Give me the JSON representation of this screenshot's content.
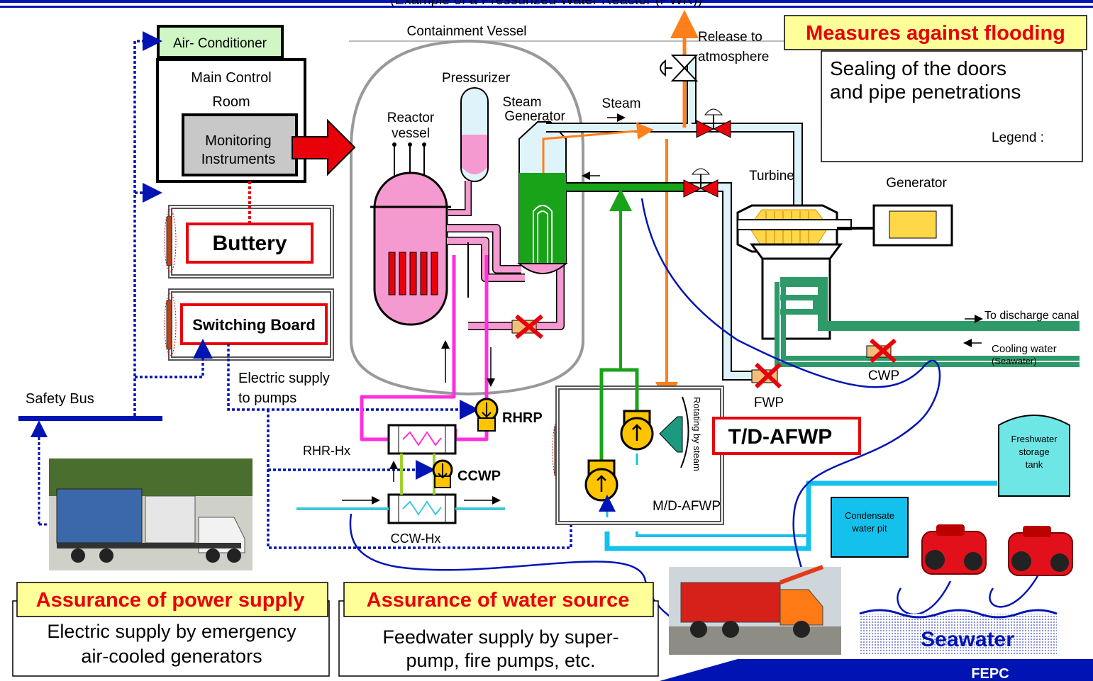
{
  "header": {
    "title": "(Example of a Pressurized Water Reactor (PWR))"
  },
  "controls": {
    "air_conditioner": "Air- Conditioner",
    "main_control_room": [
      "Main Control",
      "Room"
    ],
    "monitoring_instruments": [
      "Monitoring",
      "Instruments"
    ],
    "battery": "Buttery",
    "switching_board": "Switching Board",
    "safety_bus": "Safety Bus",
    "electric_supply": [
      "Electric supply",
      "to pumps"
    ]
  },
  "plant": {
    "containment_vessel": "Containment Vessel",
    "pressurizer": "Pressurizer",
    "reactor_vessel": [
      "Reactor",
      "vessel"
    ],
    "steam_generator": [
      "Steam",
      "Generator"
    ],
    "steam": "Steam",
    "release": [
      "Release to",
      "atmosphere"
    ],
    "turbine": "Turbine",
    "generator": "Generator",
    "to_discharge_canal": "To discharge canal",
    "cooling_water": [
      "Cooling water",
      "(Seawater)"
    ],
    "cwp": "CWP",
    "fwp": "FWP",
    "rhrp": "RHRP",
    "ccwp": "CCWP",
    "rhr_hx": "RHR-Hx",
    "ccw_hx": "CCW-Hx",
    "rotating_by_steam": "Rotating by steam",
    "md_afwp": "M/D-AFWP",
    "td_afwp": "T/D-AFWP",
    "freshwater_tank": [
      "Freshwater",
      "storage",
      "tank"
    ],
    "condensate_pit": [
      "Condensate",
      "water pit"
    ],
    "seawater": "Seawater"
  },
  "flooding": {
    "title": "Measures against flooding",
    "text": [
      "Sealing of the doors",
      "and pipe penetrations"
    ],
    "legend": "Legend :"
  },
  "power": {
    "title": "Assurance of power supply",
    "text": [
      "Electric supply by emergency",
      "air-cooled generators"
    ]
  },
  "water": {
    "title": "Assurance of water source",
    "text": [
      "Feedwater supply by super-",
      "pump, fire pumps, etc."
    ]
  },
  "footer": {
    "label": "FEPC"
  },
  "colors": {
    "accent_red": "#e8000b",
    "title_bg": "#ffff99",
    "navy": "#0014b4",
    "pink": "#f59ad0",
    "green": "#19a319",
    "orange": "#ff7f1a"
  }
}
